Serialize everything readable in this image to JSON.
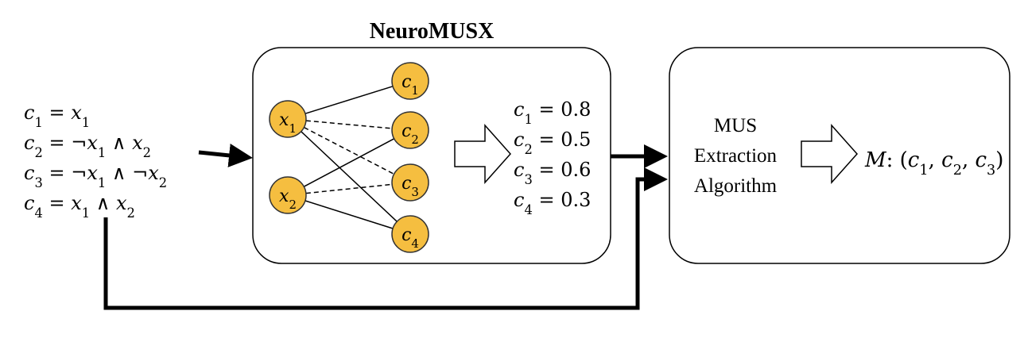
{
  "title": "NeuroMUSX",
  "formula": {
    "lines": [
      {
        "lhs": "c",
        "lhs_sub": "1",
        "rhs": [
          {
            "t": "v",
            "s": "x",
            "sub": "1"
          }
        ]
      },
      {
        "lhs": "c",
        "lhs_sub": "2",
        "rhs": [
          {
            "t": "o",
            "s": "¬"
          },
          {
            "t": "v",
            "s": "x",
            "sub": "1"
          },
          {
            "t": "o",
            "s": " ∧ "
          },
          {
            "t": "v",
            "s": "x",
            "sub": "2"
          }
        ]
      },
      {
        "lhs": "c",
        "lhs_sub": "3",
        "rhs": [
          {
            "t": "o",
            "s": "¬"
          },
          {
            "t": "v",
            "s": "x",
            "sub": "1"
          },
          {
            "t": "o",
            "s": " ∧ ¬"
          },
          {
            "t": "v",
            "s": "x",
            "sub": "2"
          }
        ]
      },
      {
        "lhs": "c",
        "lhs_sub": "4",
        "rhs": [
          {
            "t": "v",
            "s": "x",
            "sub": "1"
          },
          {
            "t": "o",
            "s": " ∧ "
          },
          {
            "t": "v",
            "s": "x",
            "sub": "2"
          }
        ]
      }
    ]
  },
  "graph": {
    "variables": [
      {
        "id": "x1",
        "label": "x",
        "sub": "1"
      },
      {
        "id": "x2",
        "label": "x",
        "sub": "2"
      }
    ],
    "clauses": [
      {
        "id": "c1",
        "label": "c",
        "sub": "1"
      },
      {
        "id": "c2",
        "label": "c",
        "sub": "2"
      },
      {
        "id": "c3",
        "label": "c",
        "sub": "3"
      },
      {
        "id": "c4",
        "label": "c",
        "sub": "4"
      }
    ],
    "edges": [
      {
        "from": "x1",
        "to": "c1",
        "style": "solid"
      },
      {
        "from": "x1",
        "to": "c2",
        "style": "dashed"
      },
      {
        "from": "x1",
        "to": "c3",
        "style": "dashed"
      },
      {
        "from": "x1",
        "to": "c4",
        "style": "solid"
      },
      {
        "from": "x2",
        "to": "c2",
        "style": "solid"
      },
      {
        "from": "x2",
        "to": "c3",
        "style": "dashed"
      },
      {
        "from": "x2",
        "to": "c4",
        "style": "solid"
      }
    ]
  },
  "scores": [
    {
      "label": "c",
      "sub": "1",
      "value": "0.8"
    },
    {
      "label": "c",
      "sub": "2",
      "value": "0.5"
    },
    {
      "label": "c",
      "sub": "3",
      "value": "0.6"
    },
    {
      "label": "c",
      "sub": "4",
      "value": "0.3"
    }
  ],
  "mus_box": {
    "lines": [
      "MUS",
      "Extraction",
      "Algorithm"
    ]
  },
  "result": {
    "name": "M",
    "clauses": [
      {
        "label": "c",
        "sub": "1"
      },
      {
        "label": "c",
        "sub": "2"
      },
      {
        "label": "c",
        "sub": "3"
      }
    ]
  },
  "colors": {
    "node_fill": "#f5be40",
    "node_stroke": "#333333",
    "line": "#000000"
  }
}
